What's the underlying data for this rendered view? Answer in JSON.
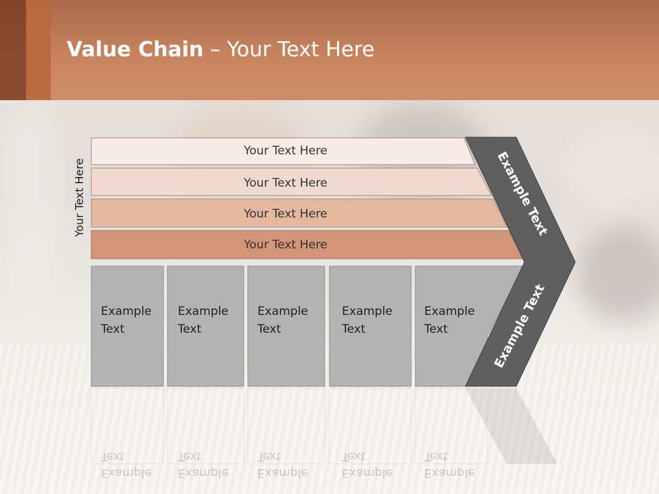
{
  "slide": {
    "title_bold": "Value Chain",
    "title_rest": " – Your Text Here"
  },
  "diagram": {
    "side_label": "Your Text Here",
    "bars": [
      {
        "label": "Your Text Here",
        "color": "#f6ebe6"
      },
      {
        "label": "Your Text Here",
        "color": "#f0d9ce"
      },
      {
        "label": "Your Text Here",
        "color": "#e3b89f"
      },
      {
        "label": "Your Text Here",
        "color": "#d2957a"
      }
    ],
    "boxes": [
      {
        "line1": "Example",
        "line2": "Text"
      },
      {
        "line1": "Example",
        "line2": "Text"
      },
      {
        "line1": "Example",
        "line2": "Text"
      },
      {
        "line1": "Example",
        "line2": "Text"
      },
      {
        "line1": "Example",
        "line2": "Text"
      }
    ],
    "box_color": "#b3b3b3",
    "chevron": {
      "upper_label": "Example Text",
      "lower_label": "Example Text",
      "color": "#5f5f5f"
    }
  }
}
